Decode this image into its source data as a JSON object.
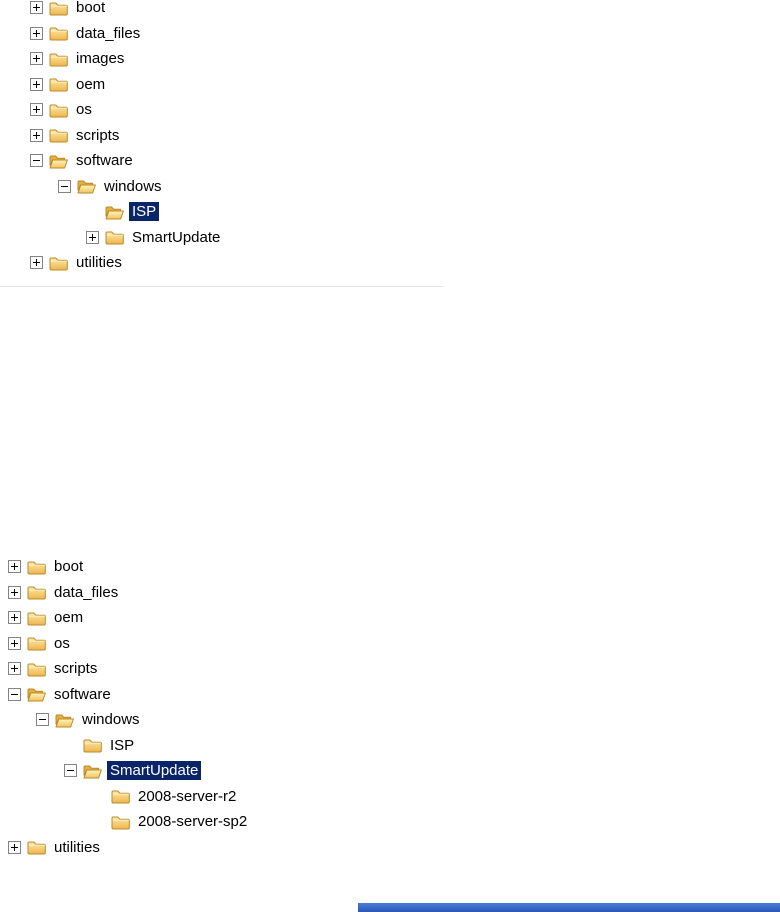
{
  "colors": {
    "selection_bg": "#0a246a",
    "selection_text": "#ffffff",
    "footer_bar_top": "#4a7ad8",
    "footer_bar_bottom": "#2a56b4",
    "folder_fill_top": "#ffe9a6",
    "folder_fill_bottom": "#edb64e",
    "folder_outline": "#b98a2d"
  },
  "tree_top": {
    "description": "folder tree with ISP selected",
    "items": [
      {
        "label": "boot",
        "level": 0,
        "toggle": "plus",
        "icon": "folder-closed",
        "selected": false
      },
      {
        "label": "data_files",
        "level": 0,
        "toggle": "plus",
        "icon": "folder-closed",
        "selected": false
      },
      {
        "label": "images",
        "level": 0,
        "toggle": "plus",
        "icon": "folder-closed",
        "selected": false
      },
      {
        "label": "oem",
        "level": 0,
        "toggle": "plus",
        "icon": "folder-closed",
        "selected": false
      },
      {
        "label": "os",
        "level": 0,
        "toggle": "plus",
        "icon": "folder-closed",
        "selected": false
      },
      {
        "label": "scripts",
        "level": 0,
        "toggle": "plus",
        "icon": "folder-closed",
        "selected": false
      },
      {
        "label": "software",
        "level": 0,
        "toggle": "minus",
        "icon": "folder-open",
        "selected": false
      },
      {
        "label": "windows",
        "level": 1,
        "toggle": "minus",
        "icon": "folder-open",
        "selected": false
      },
      {
        "label": "ISP",
        "level": 2,
        "toggle": "none",
        "icon": "folder-open",
        "selected": true
      },
      {
        "label": "SmartUpdate",
        "level": 2,
        "toggle": "plus",
        "icon": "folder-closed",
        "selected": false
      },
      {
        "label": "utilities",
        "level": 0,
        "toggle": "plus",
        "icon": "folder-closed",
        "selected": false
      }
    ]
  },
  "tree_bottom": {
    "description": "folder tree with SmartUpdate expanded and selected",
    "items": [
      {
        "label": "boot",
        "level": 0,
        "toggle": "plus",
        "icon": "folder-closed",
        "selected": false
      },
      {
        "label": "data_files",
        "level": 0,
        "toggle": "plus",
        "icon": "folder-closed",
        "selected": false
      },
      {
        "label": "oem",
        "level": 0,
        "toggle": "plus",
        "icon": "folder-closed",
        "selected": false
      },
      {
        "label": "os",
        "level": 0,
        "toggle": "plus",
        "icon": "folder-closed",
        "selected": false
      },
      {
        "label": "scripts",
        "level": 0,
        "toggle": "plus",
        "icon": "folder-closed",
        "selected": false
      },
      {
        "label": "software",
        "level": 0,
        "toggle": "minus",
        "icon": "folder-open",
        "selected": false
      },
      {
        "label": "windows",
        "level": 1,
        "toggle": "minus",
        "icon": "folder-open",
        "selected": false
      },
      {
        "label": "ISP",
        "level": 2,
        "toggle": "none",
        "icon": "folder-closed",
        "selected": false
      },
      {
        "label": "SmartUpdate",
        "level": 2,
        "toggle": "minus",
        "icon": "folder-open",
        "selected": true
      },
      {
        "label": "2008-server-r2",
        "level": 3,
        "toggle": "none",
        "icon": "folder-closed",
        "selected": false
      },
      {
        "label": "2008-server-sp2",
        "level": 3,
        "toggle": "none",
        "icon": "folder-closed",
        "selected": false
      },
      {
        "label": "utilities",
        "level": 0,
        "toggle": "plus",
        "icon": "folder-closed",
        "selected": false
      }
    ]
  }
}
